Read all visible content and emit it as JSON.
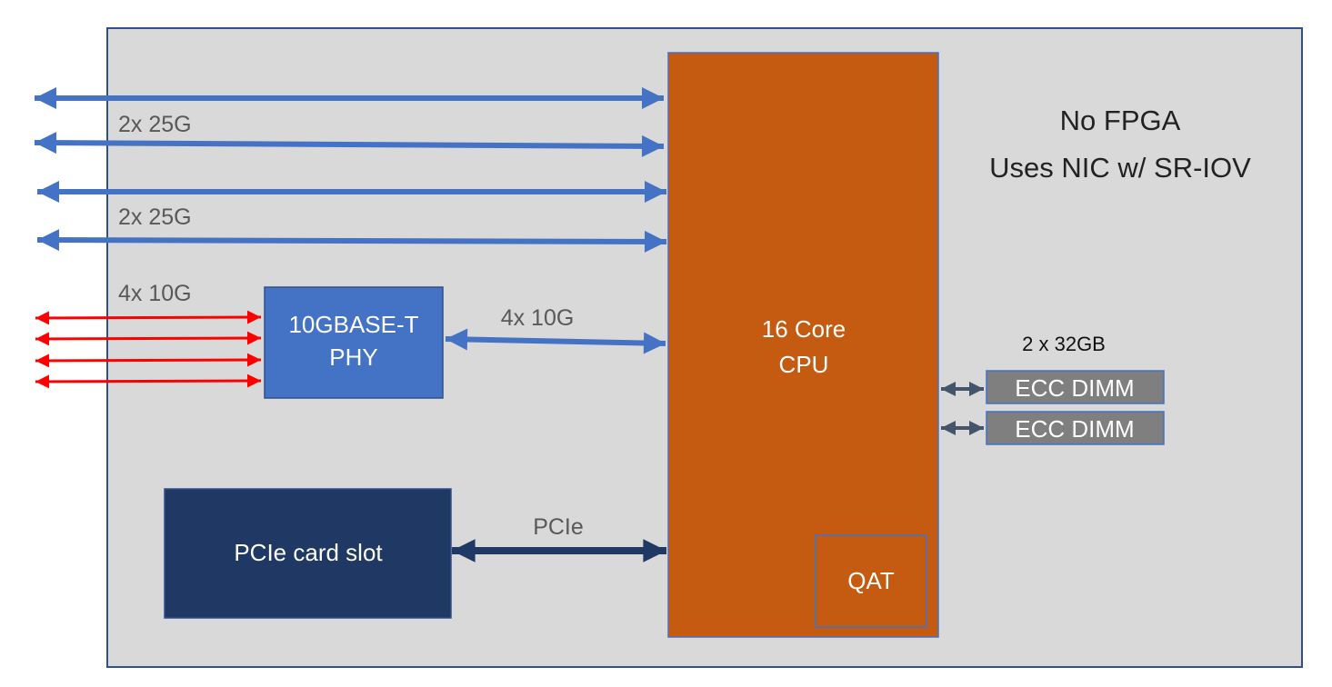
{
  "note": {
    "line1": "No FPGA",
    "line2": "Uses NIC w/ SR-IOV"
  },
  "links": {
    "sfp_group_1": "2x 25G",
    "sfp_group_2": "2x 25G",
    "copper_ports": "4x 10G",
    "phy_to_cpu": "4x 10G",
    "pcie": "PCIe"
  },
  "blocks": {
    "phy_line1": "10GBASE-T",
    "phy_line2": "PHY",
    "cpu_line1": "16 Core",
    "cpu_line2": "CPU",
    "qat": "QAT",
    "pcie_slot": "PCIe card slot"
  },
  "memory": {
    "caption": "2 x 32GB",
    "dimm1": "ECC DIMM",
    "dimm2": "ECC DIMM"
  },
  "colors": {
    "board_fill": "#d9d9d9",
    "board_border": "#2f4f8f",
    "cpu_fill": "#c55a11",
    "phy_fill": "#4472c4",
    "pcie_slot_fill": "#1f3864",
    "dimm_fill": "#7f7f7f",
    "sfp_arrow": "#4472c4",
    "copper_arrow": "#ff0000",
    "pcie_arrow": "#1f3864",
    "dimm_arrow": "#44546a"
  }
}
